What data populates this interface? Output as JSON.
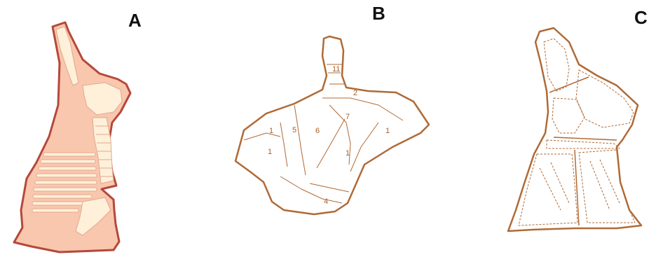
{
  "panels": [
    {
      "letter": "A"
    },
    {
      "letter": "B",
      "cut_labels": [
        "11",
        "2",
        "7",
        "1",
        "5",
        "6",
        "1",
        "1",
        "1",
        "4"
      ]
    },
    {
      "letter": "C"
    }
  ],
  "colors": {
    "carcass_fill": "#f9c6ae",
    "carcass_outline": "#b5483a",
    "bone_fill": "#fff0da",
    "sketch_stroke": "#b06a36",
    "letter": "#111111"
  }
}
